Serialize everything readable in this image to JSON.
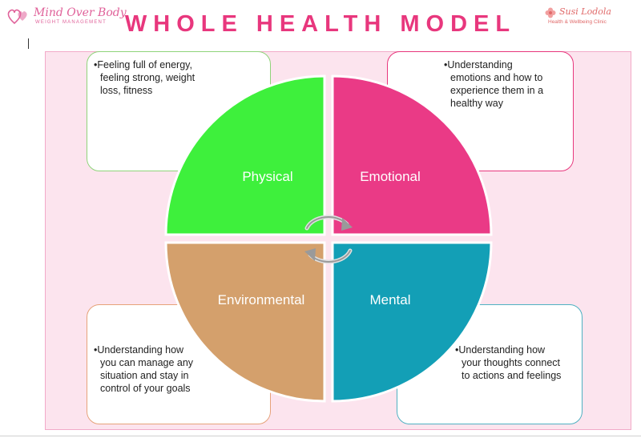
{
  "header": {
    "title": "WHOLE HEALTH MODEL",
    "logo_left": {
      "name": "Mind Over Body",
      "tagline": "WEIGHT MANAGEMENT",
      "icon": "hearts-icon"
    },
    "logo_right": {
      "name": "Susi Lodola",
      "tagline": "Health & Wellbeing Clinic",
      "icon": "flower-icon"
    }
  },
  "quadrants": [
    {
      "label": "Physical",
      "color": "#3ef03c"
    },
    {
      "label": "Emotional",
      "color": "#ea3a86"
    },
    {
      "label": "Environmental",
      "color": "#d4a06c"
    },
    {
      "label": "Mental",
      "color": "#139fb6"
    }
  ],
  "notes": {
    "physical": [
      "Feeling full of energy,",
      "feeling strong, weight",
      "loss, fitness"
    ],
    "emotional": [
      "Understanding",
      "emotions and how to",
      "experience them in a",
      "healthy way"
    ],
    "environmental": [
      "Understanding how",
      "you can manage any",
      "situation and stay in",
      "control of your goals"
    ],
    "mental": [
      "Understanding how",
      "your thoughts connect",
      "to actions and feelings"
    ]
  },
  "colors": {
    "accent": "#e8377d",
    "panel_bg": "#fce4ee"
  },
  "icons": {
    "cycle": "cycle-arrows-icon"
  }
}
